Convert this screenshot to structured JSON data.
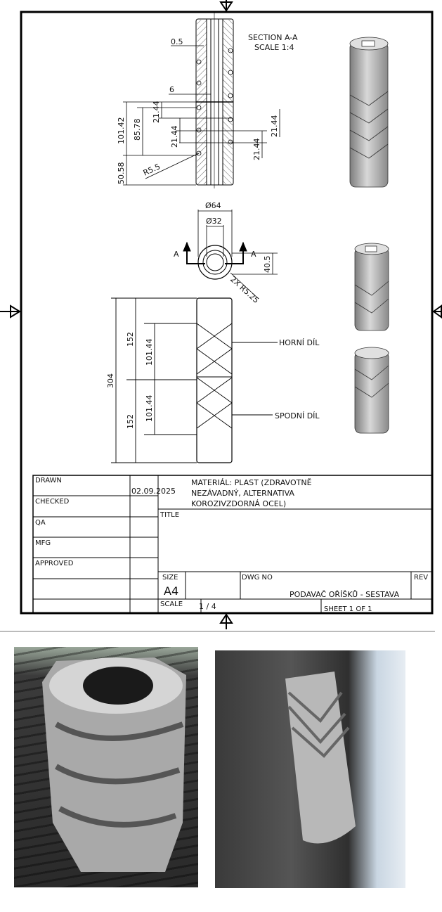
{
  "section_label": {
    "title": "SECTION A-A",
    "scale": "SCALE 1:4"
  },
  "section_dims": {
    "d1": "0.5",
    "d2": "6",
    "d3": "101.42",
    "d4": "85.78",
    "d5": "21.44",
    "d6": "21.44",
    "d7": "50.58",
    "d8": "R5.5",
    "d9": "21.44",
    "d10": "21.44"
  },
  "top_view_dims": {
    "outer": "Ø64",
    "inner": "Ø32",
    "height": "40.5",
    "radius": "2X R5.25",
    "section_a_left": "A",
    "section_a_right": "A"
  },
  "front_view_dims": {
    "total": "304",
    "upper": "152",
    "lower": "152",
    "upper_pitch": "101.44",
    "lower_pitch": "101.44"
  },
  "callouts": {
    "upper_part": "HORNÍ DÍL",
    "lower_part": "SPODNÍ DÍL"
  },
  "title_block": {
    "drawn": "DRAWN",
    "checked": "CHECKED",
    "qa": "QA",
    "mfg": "MFG",
    "approved": "APPROVED",
    "date": "02.09.2025",
    "material_line1": "MATERIÁL: PLAST (ZDRAVOTNĚ",
    "material_line2": "NEZÁVADNÝ, ALTERNATIVA",
    "material_line3": "KOROZIVZDORNÁ OCEL)",
    "title_label": "TITLE",
    "size_label": "SIZE",
    "size_value": "A4",
    "dwg_no_label": "DWG NO",
    "dwg_no_value": "PODAVAČ OŘÍŠKŮ - SESTAVA",
    "rev_label": "REV",
    "scale_label": "SCALE",
    "scale_value": "1 / 4",
    "sheet": "SHEET 1  OF 1"
  }
}
